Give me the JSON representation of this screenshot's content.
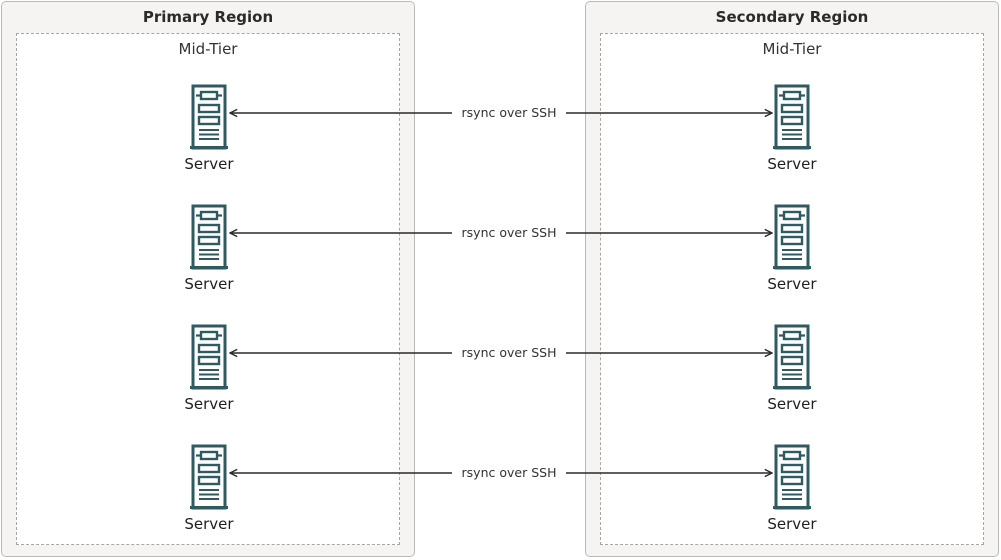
{
  "regions": [
    {
      "title": "Primary Region",
      "tier_label": "Mid-Tier",
      "servers": [
        "Server",
        "Server",
        "Server",
        "Server"
      ]
    },
    {
      "title": "Secondary Region",
      "tier_label": "Mid-Tier",
      "servers": [
        "Server",
        "Server",
        "Server",
        "Server"
      ]
    }
  ],
  "connections": [
    {
      "label": "rsync over SSH",
      "from": "Primary Region server 1",
      "to": "Secondary Region server 1",
      "direction": "bidirectional"
    },
    {
      "label": "rsync over SSH",
      "from": "Primary Region server 2",
      "to": "Secondary Region server 2",
      "direction": "bidirectional"
    },
    {
      "label": "rsync over SSH",
      "from": "Primary Region server 3",
      "to": "Secondary Region server 3",
      "direction": "bidirectional"
    },
    {
      "label": "rsync over SSH",
      "from": "Primary Region server 4",
      "to": "Secondary Region server 4",
      "direction": "bidirectional"
    }
  ],
  "colors": {
    "server_icon": "#2f5a62",
    "region_fill": "#f5f4f2",
    "arrow": "#2a2a2a"
  },
  "icons": {
    "server": "server-tower-icon"
  }
}
